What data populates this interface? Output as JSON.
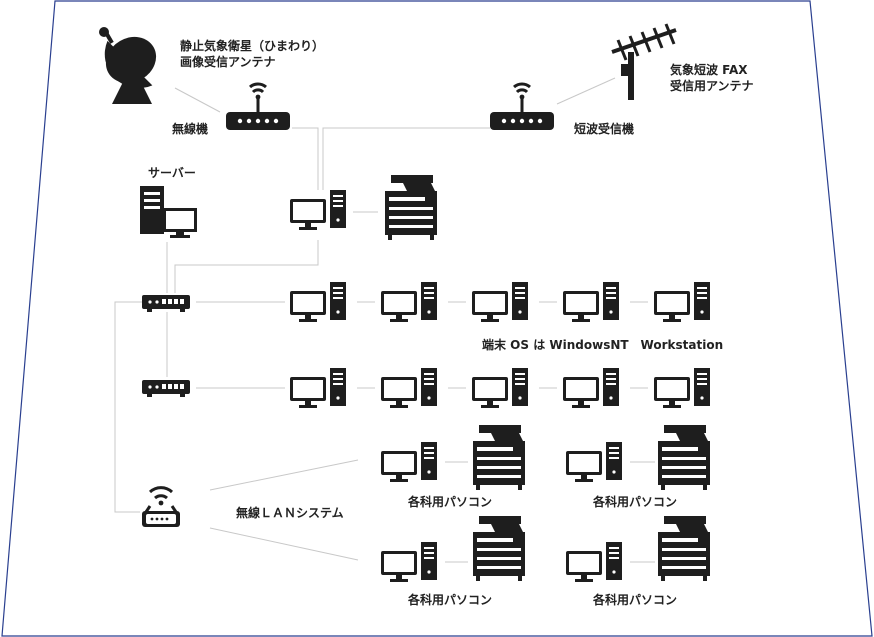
{
  "labels": {
    "satellite_line1": "静止気象衛星（ひまわり）",
    "satellite_line2": "画像受信アンテナ",
    "fax_line1": "気象短波 FAX",
    "fax_line2": "受信用アンテナ",
    "wireless": "無線機",
    "shortwave": "短波受信機",
    "server": "サーバー",
    "terminal_os": "端末 OS は WindowsNT　Workstation",
    "wireless_lan": "無線ＬＡＮシステム",
    "dept_pc_1": "各科用パソコン",
    "dept_pc_2": "各科用パソコン",
    "dept_pc_3": "各科用パソコン",
    "dept_pc_4": "各科用パソコン"
  },
  "colors": {
    "icon": "#1e1e1e",
    "line": "#c8c8c8",
    "frame": "#2a3f8f"
  }
}
